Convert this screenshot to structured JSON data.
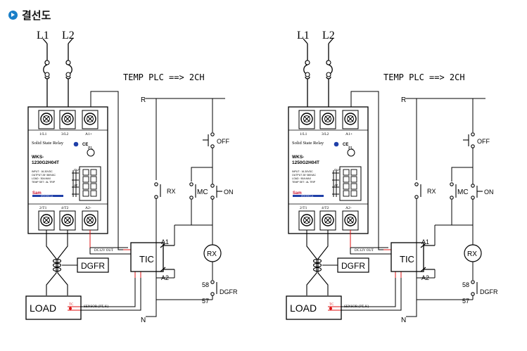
{
  "header": {
    "title": "결선도",
    "icon": "play-bullet-icon"
  },
  "diagrams": [
    {
      "line1": "L1",
      "line2": "L2",
      "plc_label": "TEMP  PLC  ==>  2CH",
      "rail_top": "R",
      "rail_bottom": "N",
      "ssr": {
        "term_top": [
          "1/L1",
          "3/L2",
          "A1+"
        ],
        "brand": "Solid State Relay",
        "model_line1": "WKS-",
        "model_line2": "1230G2H04T",
        "pl": "PL",
        "spec": [
          "INPUT : 16-30VDC",
          "OUTPUT 28~380VAC",
          "LOAD : 30A MAX",
          "TEMP SET : AL TRIP"
        ],
        "logo_text": "Sam",
        "logo_sub": "WON ENG Ltd.",
        "out_label": "OUT",
        "at_label": "AT",
        "term_bottom": [
          "2/T1",
          "4/T2",
          "A2-"
        ]
      },
      "dgfr": "DGFR",
      "load": "LOAD",
      "tc": "TC",
      "sensor": "SENSOR (PT, K)",
      "dc_out": "DC12V OUT",
      "tic": "TIC",
      "tic_a1": "A1",
      "tic_a2": "A2",
      "off": "OFF",
      "on": "ON",
      "rx": "RX",
      "mc": "MC",
      "coil": "RX",
      "t58": "58",
      "t57": "57",
      "dgfr_right": "DGFR"
    },
    {
      "line1": "L1",
      "line2": "L2",
      "plc_label": "TEMP  PLC  ==>  2CH",
      "rail_top": "R",
      "rail_bottom": "N",
      "ssr": {
        "term_top": [
          "1/L1",
          "3/L2",
          "A1+"
        ],
        "brand": "Solid State Relay",
        "model_line1": "WKS-",
        "model_line2": "1250G2H04T",
        "pl": "PL",
        "spec": [
          "INPUT : 16-30VDC",
          "OUTPUT 28~380VAC",
          "LOAD : 50A MAX",
          "TEMP SET : AL TRIP"
        ],
        "logo_text": "Sam",
        "logo_sub": "WON ENG Ltd.",
        "out_label": "OUT",
        "at_label": "AT",
        "term_bottom": [
          "2/T1",
          "4/T2",
          "A2-"
        ]
      },
      "dgfr": "DGFR",
      "load": "LOAD",
      "tc": "TC",
      "sensor": "SENSOR (PT, K)",
      "dc_out": "DC12V OUT",
      "tic": "TIC",
      "tic_a1": "A1",
      "tic_a2": "A2",
      "off": "OFF",
      "on": "ON",
      "rx": "RX",
      "mc": "MC",
      "coil": "RX",
      "t58": "58",
      "t57": "57",
      "dgfr_right": "DGFR"
    }
  ]
}
